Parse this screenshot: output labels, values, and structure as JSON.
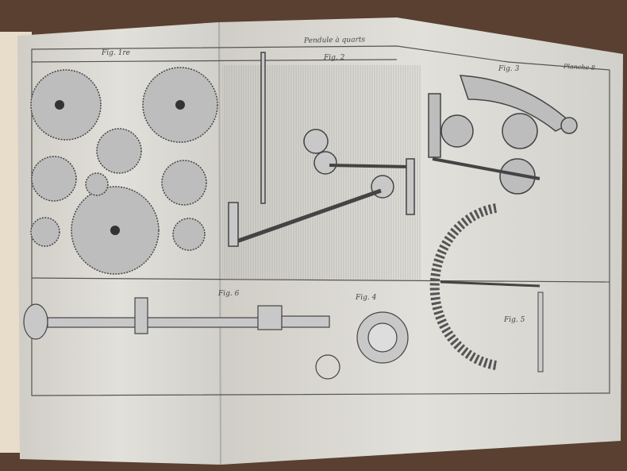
{
  "plate": {
    "header": "Pendule à quarts",
    "plate_number": "Planche 8",
    "figures": {
      "fig1": "Fig. 1re",
      "fig2": "Fig. 2",
      "fig3": "Fig. 3",
      "fig4": "Fig. 4",
      "fig5": "Fig. 5",
      "fig6": "Fig. 6"
    }
  },
  "colors": {
    "wood": "#5a4030",
    "paper": "#dcdad4",
    "ink": "#555555"
  }
}
